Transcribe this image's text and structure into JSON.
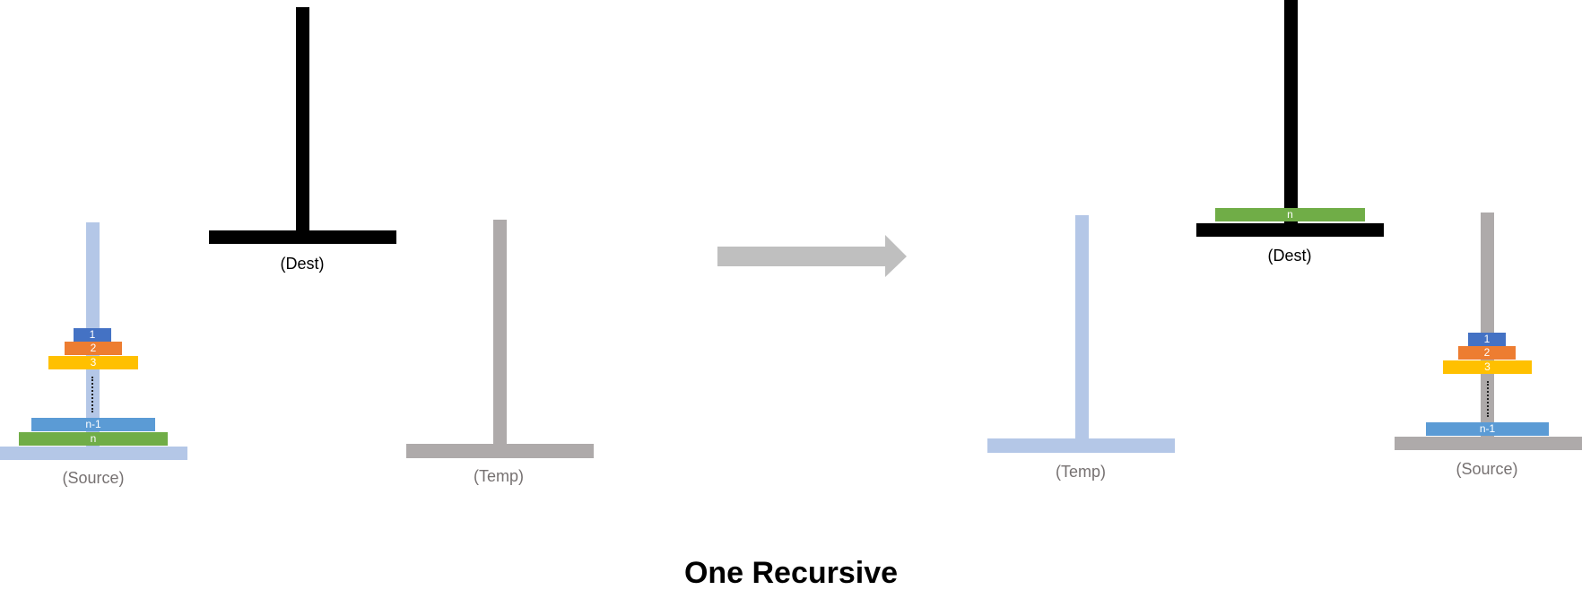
{
  "colors": {
    "pole_light_blue": "#b4c7e7",
    "pole_gray": "#aeaaaa",
    "pole_black": "#000000",
    "disk_1": "#4472c4",
    "disk_2": "#ed7d31",
    "disk_3": "#ffc000",
    "disk_n_minus_1": "#5b9bd5",
    "disk_n": "#70ad47",
    "arrow": "#bfbfbf",
    "label_gray": "#767171"
  },
  "before": {
    "source_label": "(Source)",
    "dest_label": "(Dest)",
    "temp_label": "(Temp)",
    "disks": {
      "d1": "1",
      "d2": "2",
      "d3": "3",
      "dn1": "n-1",
      "dn": "n"
    }
  },
  "after": {
    "temp_label": "(Temp)",
    "dest_label": "(Dest)",
    "source_label": "(Source)",
    "disks": {
      "d1": "1",
      "d2": "2",
      "d3": "3",
      "dn1": "n-1",
      "dn": "n"
    }
  },
  "arrow_icon": "right-arrow-icon",
  "title": "One Recursive"
}
